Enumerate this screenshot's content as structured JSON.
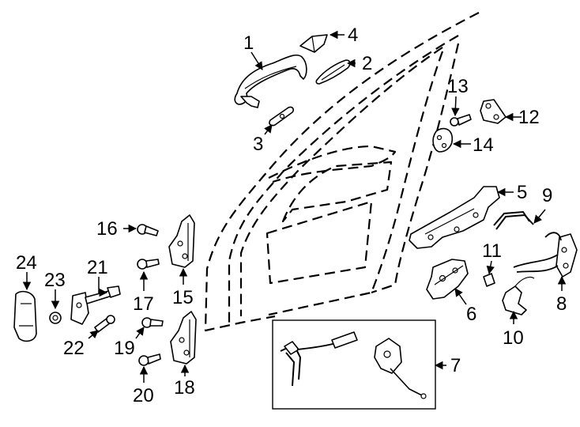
{
  "diagram": {
    "callouts": [
      {
        "id": "c1",
        "text": "1"
      },
      {
        "id": "c2",
        "text": "2"
      },
      {
        "id": "c3",
        "text": "3"
      },
      {
        "id": "c4",
        "text": "4"
      },
      {
        "id": "c5",
        "text": "5"
      },
      {
        "id": "c6",
        "text": "6"
      },
      {
        "id": "c7",
        "text": "7"
      },
      {
        "id": "c8",
        "text": "8"
      },
      {
        "id": "c9",
        "text": "9"
      },
      {
        "id": "c10",
        "text": "10"
      },
      {
        "id": "c11",
        "text": "11"
      },
      {
        "id": "c12",
        "text": "12"
      },
      {
        "id": "c13",
        "text": "13"
      },
      {
        "id": "c14",
        "text": "14"
      },
      {
        "id": "c15",
        "text": "15"
      },
      {
        "id": "c16",
        "text": "16"
      },
      {
        "id": "c17",
        "text": "17"
      },
      {
        "id": "c18",
        "text": "18"
      },
      {
        "id": "c19",
        "text": "19"
      },
      {
        "id": "c20",
        "text": "20"
      },
      {
        "id": "c21",
        "text": "21"
      },
      {
        "id": "c22",
        "text": "22"
      },
      {
        "id": "c23",
        "text": "23"
      },
      {
        "id": "c24",
        "text": "24"
      }
    ]
  }
}
